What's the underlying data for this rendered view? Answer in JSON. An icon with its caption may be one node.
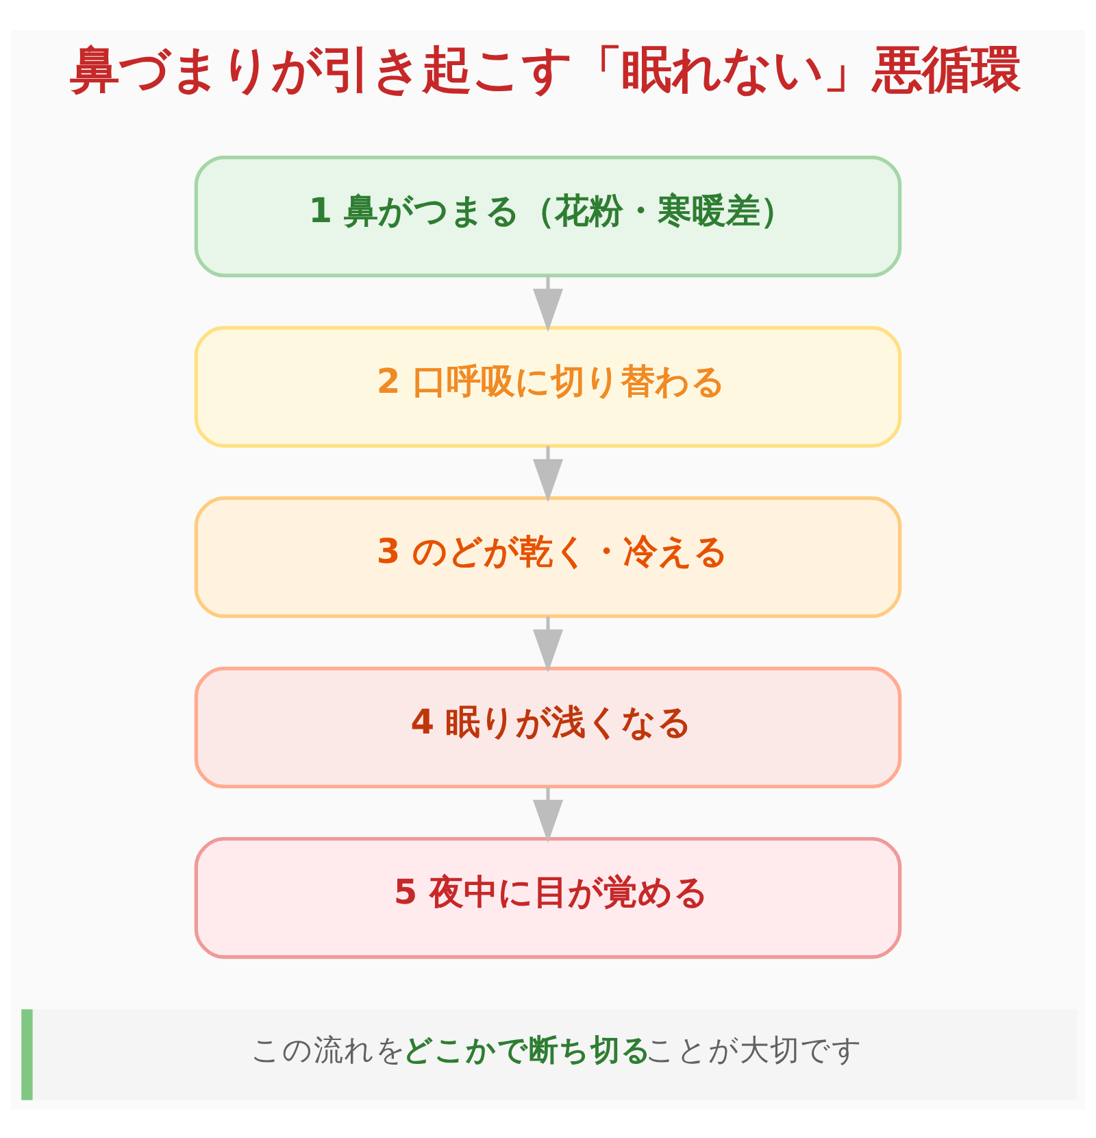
{
  "diagram": {
    "title": "鼻づまりが引き起こす「眠れない」悪循環",
    "nodes": [
      {
        "text": [
          "1 鼻がつまる（花粉・寒暖差）"
        ]
      },
      {
        "text": [
          "2 口呼吸に切り替わる"
        ]
      },
      {
        "text": [
          "3 のどが乾く・冷える"
        ]
      },
      {
        "text": [
          "4 眠りが浅くなる"
        ]
      },
      {
        "text": [
          "5 夜中に目が覚める"
        ]
      },
      {
        "text": [
          "この流れを**どこかで断ち切る**ことが大切です"
        ]
      }
    ],
    "edges": [
      {
        "from": 0,
        "to": 1,
        "arrow": "to"
      },
      {
        "from": 1,
        "to": 2,
        "arrow": "to"
      },
      {
        "from": 2,
        "to": 3,
        "arrow": "to"
      },
      {
        "from": 3,
        "to": 4,
        "arrow": "to"
      }
    ]
  }
}
